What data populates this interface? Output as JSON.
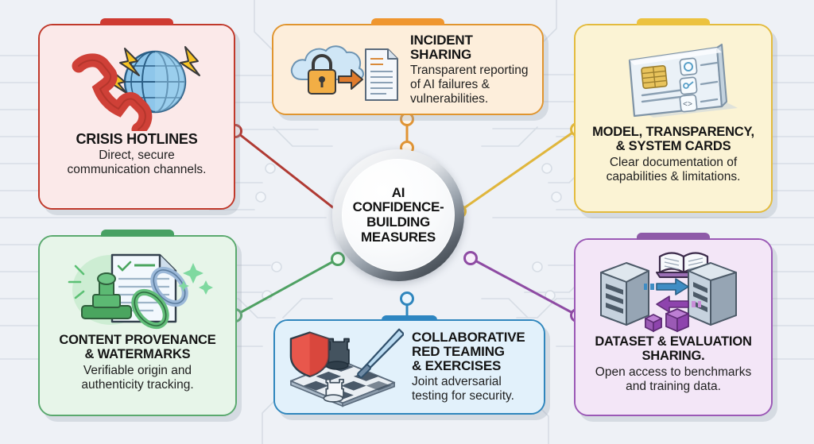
{
  "background": {
    "canvas_color": "#eef1f6",
    "circuit_trace_color": "#d6dce4"
  },
  "hub": {
    "label": "AI CONFIDENCE-BUILDING MEASURES",
    "lines": [
      "AI",
      "CONFIDENCE-",
      "BUILDING",
      "MEASURES"
    ],
    "ring_color": "#5c646d",
    "face_color": "#ffffff"
  },
  "cards": [
    {
      "id": "crisis-hotlines",
      "title": "CRISIS HOTLINES",
      "title_lines": [
        "CRISIS HOTLINES"
      ],
      "description": "Direct, secure communication channels.",
      "desc_lines": [
        "Direct, secure",
        "communication channels."
      ],
      "layout": "vertical",
      "icon": "phone-globe-alert-icon",
      "accent": "#c0392b",
      "tab_color": "#cf3b32",
      "border_color": "#c0392b",
      "fill_color": "#fbe9e9",
      "connector_color": "#b03a33"
    },
    {
      "id": "incident-sharing",
      "title": "INCIDENT SHARING",
      "title_lines": [
        "INCIDENT SHARING"
      ],
      "description": "Transparent reporting of AI failures & vulnerabilities.",
      "desc_lines": [
        "Transparent reporting",
        "of AI failures &",
        "vulnerabilities."
      ],
      "layout": "horizontal",
      "icon": "cloud-lock-document-icon",
      "accent": "#e08a2e",
      "tab_color": "#ef962f",
      "border_color": "#e0952f",
      "fill_color": "#fdeedb",
      "connector_color": "#e09434"
    },
    {
      "id": "model-transparency-system-cards",
      "title": "MODEL, TRANSPARENCY, & SYSTEM CARDS",
      "title_lines": [
        "MODEL, TRANSPARENCY,",
        "& SYSTEM CARDS"
      ],
      "description": "Clear documentation of capabilities & limitations.",
      "desc_lines": [
        "Clear documentation of",
        "capabilities & limitations."
      ],
      "layout": "vertical",
      "icon": "system-card-chip-icon",
      "accent": "#e3b93c",
      "tab_color": "#ecc23f",
      "border_color": "#e3bb3e",
      "fill_color": "#fbf3d4",
      "connector_color": "#e0b63c"
    },
    {
      "id": "content-provenance-watermarks",
      "title": "CONTENT PROVENANCE & WATERMARKS",
      "title_lines": [
        "CONTENT PROVENANCE",
        "& WATERMARKS"
      ],
      "description": "Verifiable origin and authenticity tracking.",
      "desc_lines": [
        "Verifiable origin and",
        "authenticity tracking."
      ],
      "layout": "vertical",
      "icon": "stamp-document-chain-icon",
      "accent": "#4a9c5d",
      "tab_color": "#48a163",
      "border_color": "#5aa96e",
      "fill_color": "#e7f5e9",
      "connector_color": "#4fa163"
    },
    {
      "id": "collaborative-red-teaming",
      "title": "COLLABORATIVE RED TEAMING & EXERCISES",
      "title_lines": [
        "COLLABORATIVE",
        "RED TEAMING",
        "& EXERCISES"
      ],
      "description": "Joint adversarial testing for security.",
      "desc_lines": [
        "Joint adversarial",
        "testing for security."
      ],
      "layout": "horizontal",
      "icon": "chessboard-shield-sword-icon",
      "accent": "#2a7fb8",
      "tab_color": "#2e86c1",
      "border_color": "#2f86bd",
      "fill_color": "#e2f1fb",
      "connector_color": "#2f86bd"
    },
    {
      "id": "dataset-evaluation-sharing",
      "title": "DATASET & EVALUATION SHARING.",
      "title_lines": [
        "DATASET & EVALUATION",
        "SHARING."
      ],
      "description": "Open access to benchmarks and training data.",
      "desc_lines": [
        "Open access to benchmarks",
        "and training data."
      ],
      "layout": "vertical",
      "icon": "servers-exchange-book-icon",
      "accent": "#8e44ad",
      "tab_color": "#8e5aa8",
      "border_color": "#9b59b6",
      "fill_color": "#f3e6f7",
      "connector_color": "#8e4ba3"
    }
  ]
}
